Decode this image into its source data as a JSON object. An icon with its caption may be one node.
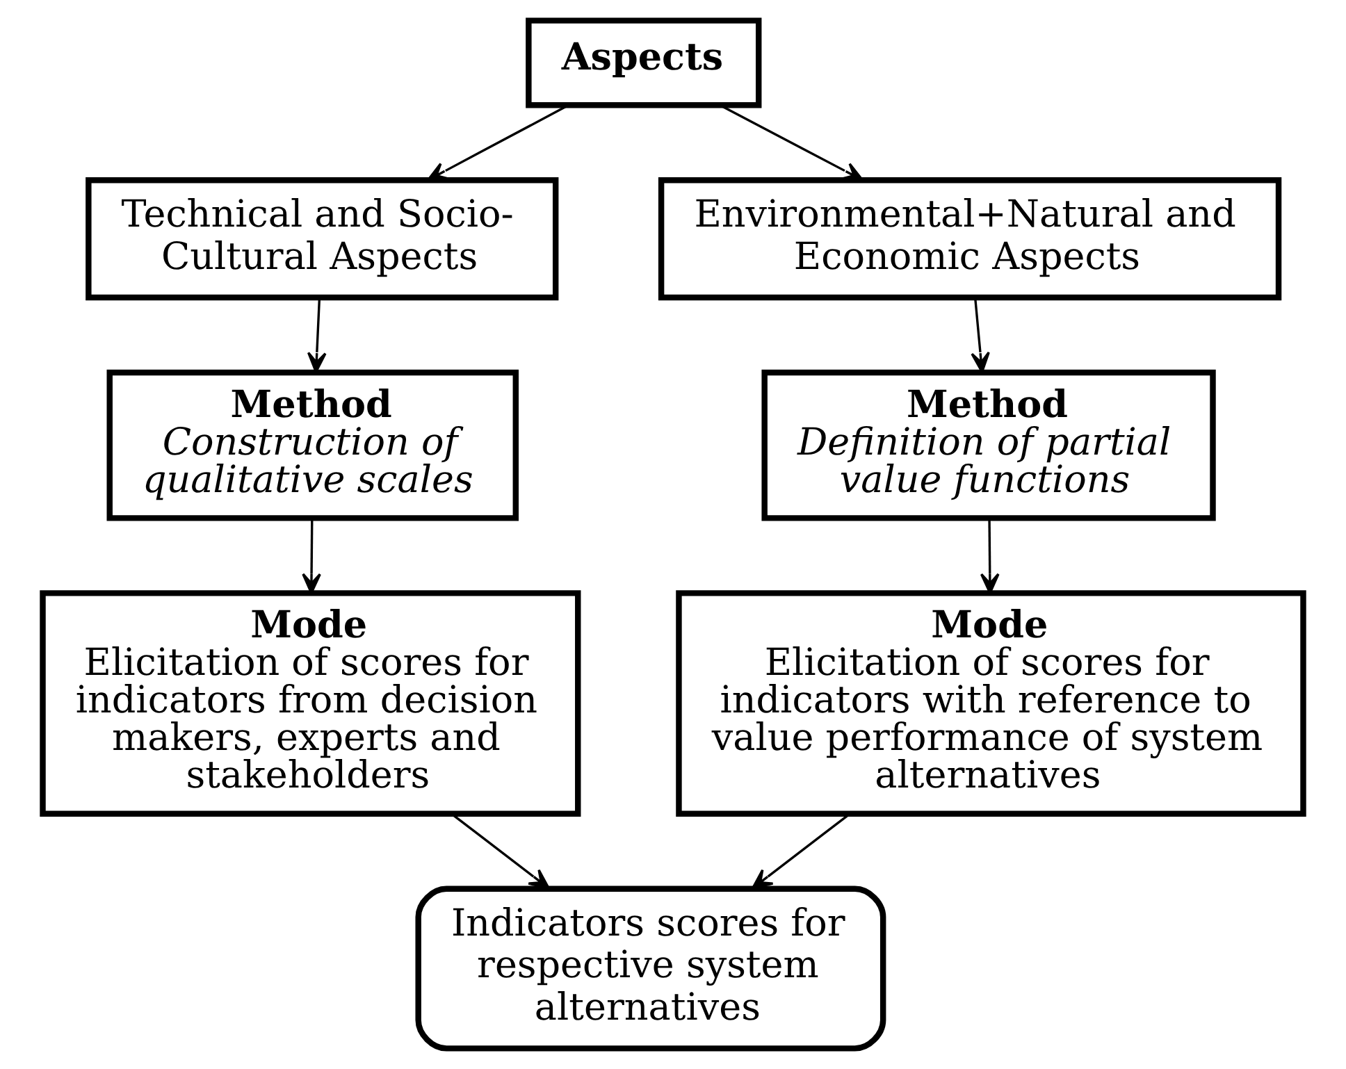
{
  "diagram": {
    "nodes": [
      {
        "text": [
          "Aspects"
        ]
      },
      {
        "text": [
          "Technical and Socio-Cultural Aspects"
        ]
      },
      {
        "text": [
          "Environmental+Natural and Economic Aspects"
        ]
      },
      {
        "text": [
          "Method",
          "Construction of qualitative scales"
        ]
      },
      {
        "text": [
          "Method",
          "Definition of partial value functions"
        ]
      },
      {
        "text": [
          "Mode",
          "Elicitation of scores for indicators from decision makers, experts and stakeholders"
        ]
      },
      {
        "text": [
          "Mode",
          "Elicitation of scores for indicators with reference to value performance of system alternatives"
        ]
      },
      {
        "text": [
          "Indicators scores for respective system alternatives"
        ]
      }
    ],
    "edges": [
      {
        "from": 0,
        "to": 1,
        "arrow": "to"
      },
      {
        "from": 0,
        "to": 2,
        "arrow": "to"
      },
      {
        "from": 1,
        "to": 3,
        "arrow": "to"
      },
      {
        "from": 2,
        "to": 4,
        "arrow": "to"
      },
      {
        "from": 3,
        "to": 5,
        "arrow": "to"
      },
      {
        "from": 4,
        "to": 6,
        "arrow": "to"
      },
      {
        "from": 5,
        "to": 7,
        "arrow": "to"
      },
      {
        "from": 6,
        "to": 7,
        "arrow": "to"
      }
    ]
  }
}
